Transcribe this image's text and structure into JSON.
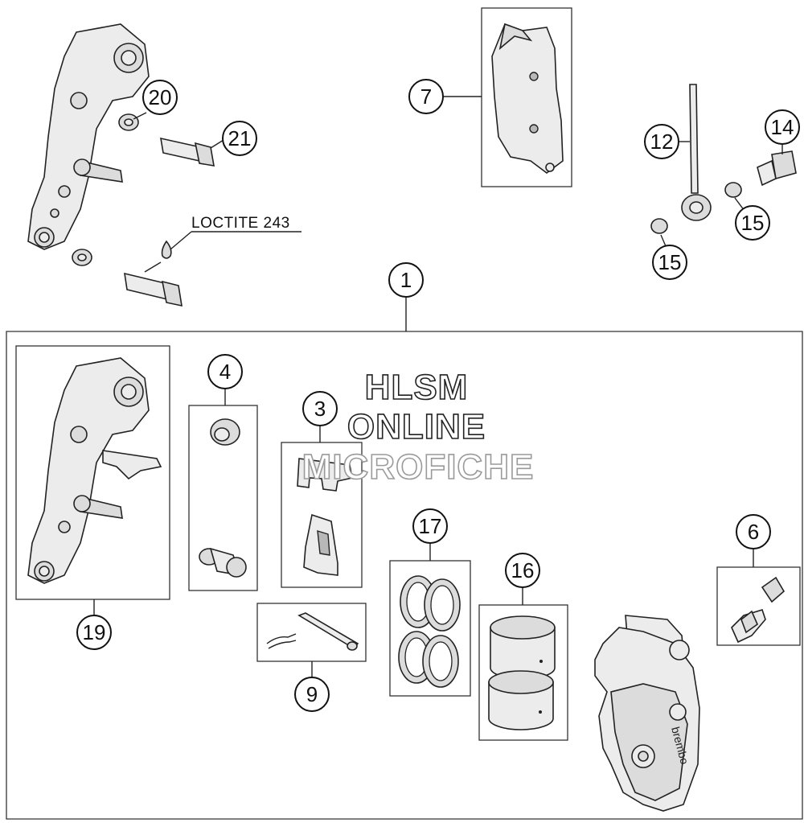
{
  "callouts": [
    {
      "id": "c1",
      "label": "1"
    },
    {
      "id": "c3",
      "label": "3"
    },
    {
      "id": "c4",
      "label": "4"
    },
    {
      "id": "c6",
      "label": "6"
    },
    {
      "id": "c7",
      "label": "7"
    },
    {
      "id": "c9",
      "label": "9"
    },
    {
      "id": "c12",
      "label": "12"
    },
    {
      "id": "c14",
      "label": "14"
    },
    {
      "id": "c15a",
      "label": "15"
    },
    {
      "id": "c15b",
      "label": "15"
    },
    {
      "id": "c16",
      "label": "16"
    },
    {
      "id": "c17",
      "label": "17"
    },
    {
      "id": "c19",
      "label": "19"
    },
    {
      "id": "c20",
      "label": "20"
    },
    {
      "id": "c21",
      "label": "21"
    }
  ],
  "note": "LOCTITE 243",
  "watermark": {
    "line1": "HLSM",
    "line2": "ONLINE",
    "line3": "MICROFICHE"
  },
  "caliper_brand": "brembo"
}
